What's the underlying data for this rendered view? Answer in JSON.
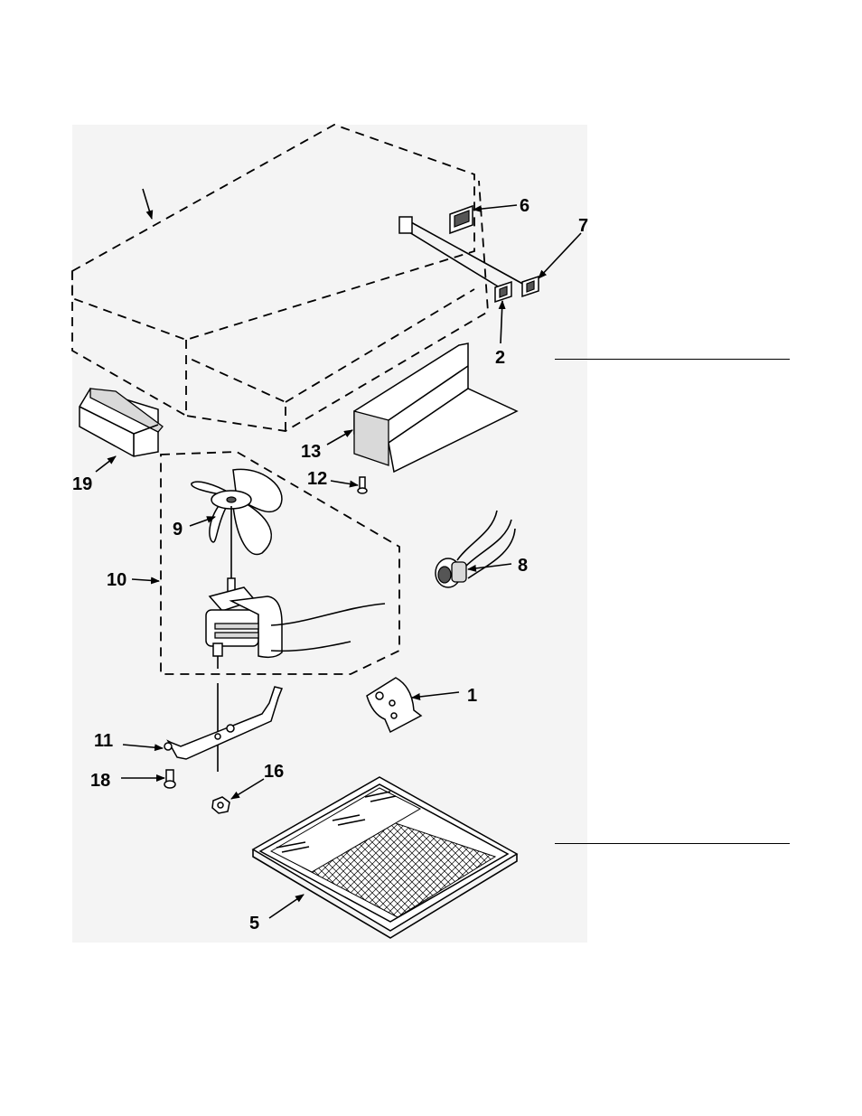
{
  "callouts": [
    "1",
    "2",
    "5",
    "6",
    "7",
    "8",
    "9",
    "10",
    "11",
    "12",
    "13",
    "16",
    "18",
    "19"
  ],
  "colors": {
    "line": "#000000",
    "background": "#ffffff",
    "drawing_tint": "#f4f4f4"
  }
}
